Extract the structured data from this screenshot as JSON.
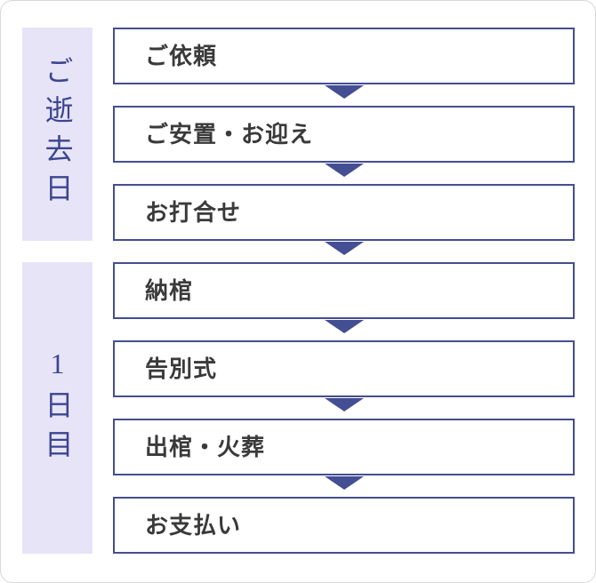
{
  "flow": {
    "groups": [
      {
        "label": "ご逝去日",
        "steps": [
          "ご依頼",
          "ご安置・お迎え",
          "お打合せ"
        ]
      },
      {
        "label": "1日目",
        "steps": [
          "納棺",
          "告別式",
          "出棺・火葬",
          "お支払い"
        ]
      }
    ]
  },
  "icons": {
    "arrow": "arrow-down-icon"
  },
  "colors": {
    "accent_indigo": "#444E92",
    "label_background": "#E7E4F8",
    "label_text": "#3C458F",
    "box_text": "#3A3A3A",
    "card_border": "#D8D8D8"
  }
}
